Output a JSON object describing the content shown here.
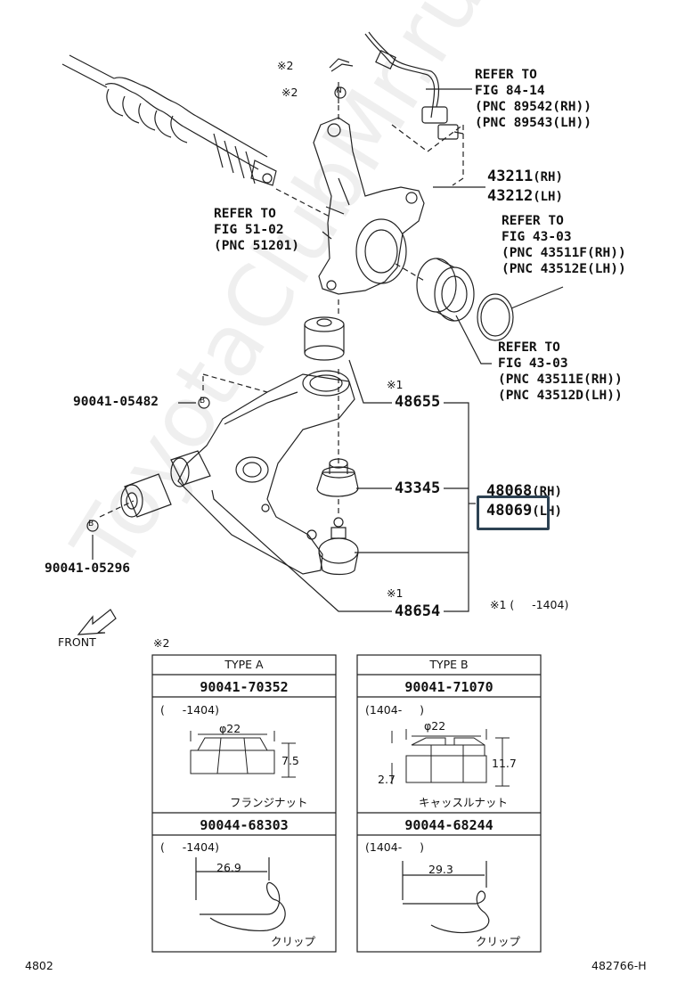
{
  "diagram": {
    "marks": {
      "note1": "※1",
      "note2": "※2",
      "n_mark": "N",
      "b_mark": "B"
    },
    "refs": {
      "fig84": {
        "line1": "REFER TO",
        "line2": "FIG 84-14",
        "line3": "(PNC 89542(RH))",
        "line4": "(PNC 89543(LH))"
      },
      "fig51": {
        "line1": "REFER TO",
        "line2": "FIG 51-02",
        "line3": "(PNC 51201)"
      },
      "fig43a": {
        "line1": "REFER TO",
        "line2": "FIG 43-03",
        "line3": "(PNC 43511F(RH))",
        "line4": "(PNC 43512E(LH))"
      },
      "fig43b": {
        "line1": "REFER TO",
        "line2": "FIG 43-03",
        "line3": "(PNC 43511E(RH))",
        "line4": "(PNC 43512D(LH))"
      }
    },
    "parts": {
      "p43211": {
        "num": "43211",
        "side": "(RH)"
      },
      "p43212": {
        "num": "43212",
        "side": "(LH)"
      },
      "p48655": "48655",
      "p43345": "43345",
      "p48068": {
        "num": "48068",
        "side": "(RH)"
      },
      "p48069": {
        "num": "48069",
        "side": "(LH)"
      },
      "p48654": "48654",
      "p90041_05482": "90041-05482",
      "p90041_05296": "90041-05296"
    },
    "footnote": "※1 (     -1404)",
    "front_label": "FRONT",
    "colors": {
      "highlight": "#2d4253",
      "line": "#222222"
    }
  },
  "types_table": {
    "note": "※2",
    "type_a": {
      "header": "TYPE A",
      "nut": {
        "part": "90041-70352",
        "range": "(     -1404)",
        "dia": "φ22",
        "height": "7.5",
        "caption": "フランジナット"
      },
      "clip": {
        "part": "90044-68303",
        "range": "(     -1404)",
        "width": "26.9",
        "caption": "クリップ"
      }
    },
    "type_b": {
      "header": "TYPE B",
      "nut": {
        "part": "90041-71070",
        "range": "(1404-     )",
        "dia": "φ22",
        "height": "11.7",
        "low": "2.7",
        "caption": "キャッスルナット"
      },
      "clip": {
        "part": "90044-68244",
        "range": "(1404-     )",
        "width": "29.3",
        "caption": "クリップ"
      }
    }
  },
  "footer": {
    "left": "4802",
    "right": "482766-H"
  },
  "watermark": "ToyotaClubMr.ru"
}
